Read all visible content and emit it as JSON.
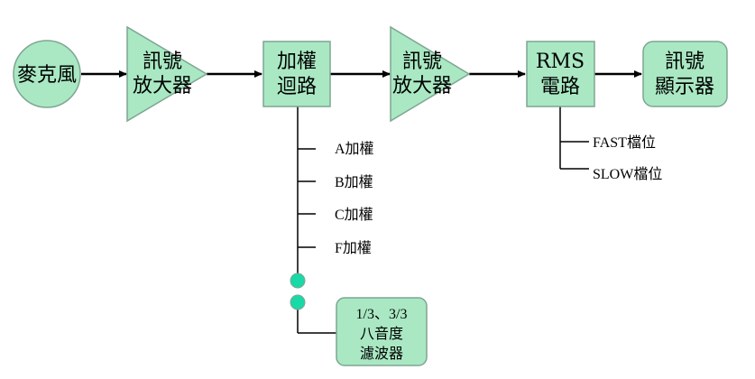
{
  "colors": {
    "fill": "#a9e8c3",
    "stroke": "#7ea692",
    "dot": "#19d9a6",
    "line": "#000000"
  },
  "nodes": {
    "microphone": "麥克風",
    "amp1": [
      "訊號",
      "放大器"
    ],
    "weighting": [
      "加權",
      "迴路"
    ],
    "amp2": [
      "訊號",
      "放大器"
    ],
    "rms": [
      "RMS",
      "電路"
    ],
    "display": [
      "訊號",
      "顯示器"
    ],
    "filter": [
      "1/3、3/3",
      "八音度",
      "濾波器"
    ]
  },
  "weighting_options": [
    "A加權",
    "B加權",
    "C加權",
    "F加權"
  ],
  "rms_options": [
    "FAST檔位",
    "SLOW檔位"
  ]
}
